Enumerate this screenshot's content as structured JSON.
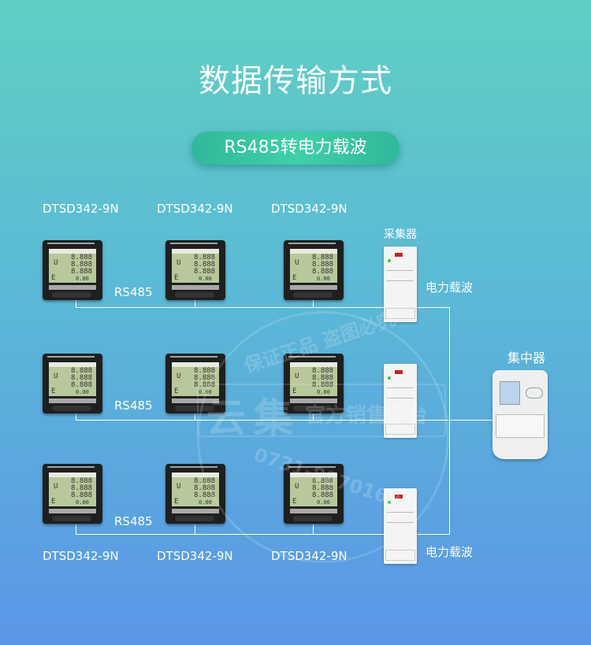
{
  "title": "数据传输方式",
  "mode_label": "RS485转电力载波",
  "meter_model": "DTSD342-9N",
  "rs485_label": "RS485",
  "collector_label": "采集器",
  "plc_label": "电力载波",
  "concentrator_label": "集中器",
  "lcd": {
    "u": "U",
    "e": "E",
    "val": "8.888",
    "small": "0.00"
  },
  "watermark": {
    "line1": "保证正品 盗图必究",
    "brand": "云集",
    "platform": "官方销售平台",
    "phone": "0731-88701697"
  }
}
